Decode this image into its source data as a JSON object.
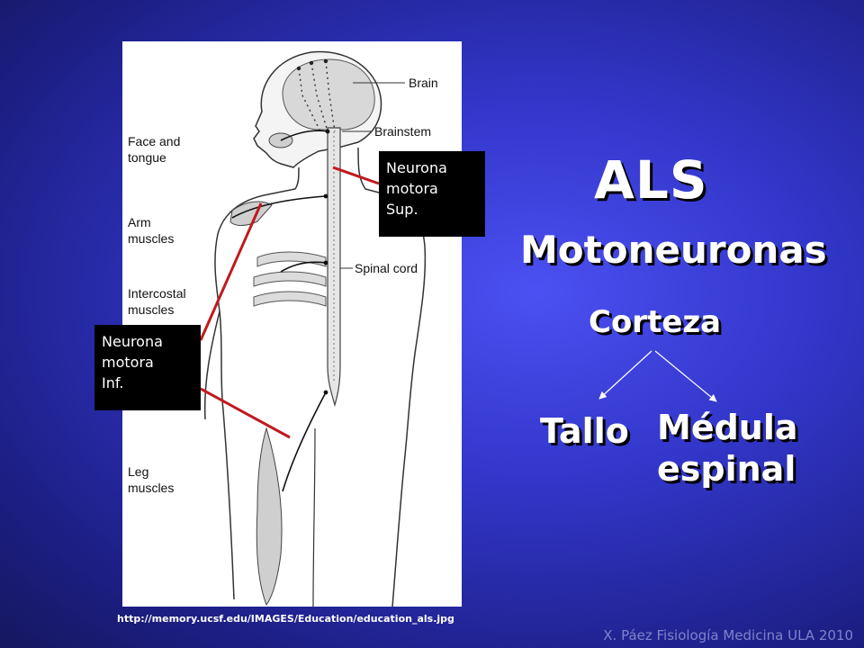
{
  "slide": {
    "title": "ALS",
    "subtitle": "Motoneuronas",
    "diagram": {
      "top_node": "Corteza",
      "left_node": "Tallo",
      "right_node": "Médula\nespinal"
    },
    "source_url": "http://memory.ucsf.edu/IMAGES/Education/education_als.jpg",
    "footer": "X. Páez Fisiología Medicina ULA 2010"
  },
  "figure": {
    "labels": {
      "brain": "Brain",
      "brainstem": "Brainstem",
      "face_tongue": "Face and\ntongue",
      "arm_muscles": "Arm\nmuscles",
      "spinal_cord": "Spinal cord",
      "intercostal": "Intercostal\nmuscles",
      "leg_muscles": "Leg\nmuscles"
    }
  },
  "callouts": {
    "upper": [
      "Neurona",
      "motora",
      "Sup."
    ],
    "lower": [
      "Neurona",
      "motora",
      "Inf."
    ]
  },
  "colors": {
    "callout_line": "#c01a1e",
    "background": "#3236c9"
  }
}
